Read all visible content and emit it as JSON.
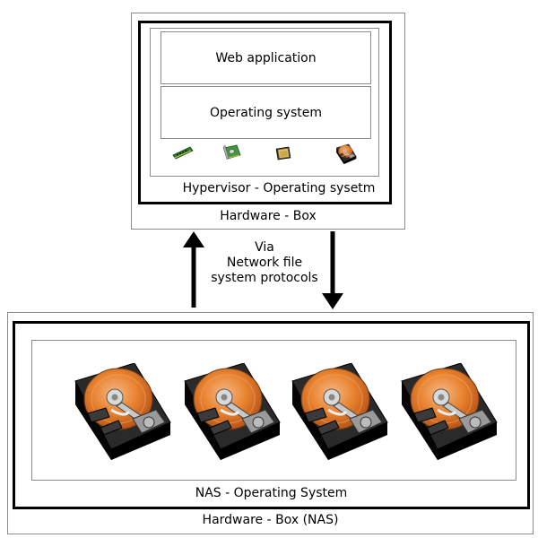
{
  "server": {
    "box_label": "Hardware - Box",
    "hypervisor_label": "Hypervisor - Operating sysetm",
    "app_label": "Web application",
    "os_label": "Operating system",
    "components": [
      "ram-icon",
      "network-card-icon",
      "cpu-icon",
      "hard-disk-icon"
    ]
  },
  "connection": {
    "line1": "Via",
    "line2": "Network file",
    "line3": "system protocols"
  },
  "nas": {
    "box_label": "Hardware - Box (NAS)",
    "os_label": "NAS - Operating System",
    "disks": [
      "hard-disk-icon",
      "hard-disk-icon",
      "hard-disk-icon",
      "hard-disk-icon"
    ]
  },
  "colors": {
    "disk_platter": "#e8822e",
    "disk_body": "#1a1a1a",
    "border_thin": "#8a8a8a"
  }
}
